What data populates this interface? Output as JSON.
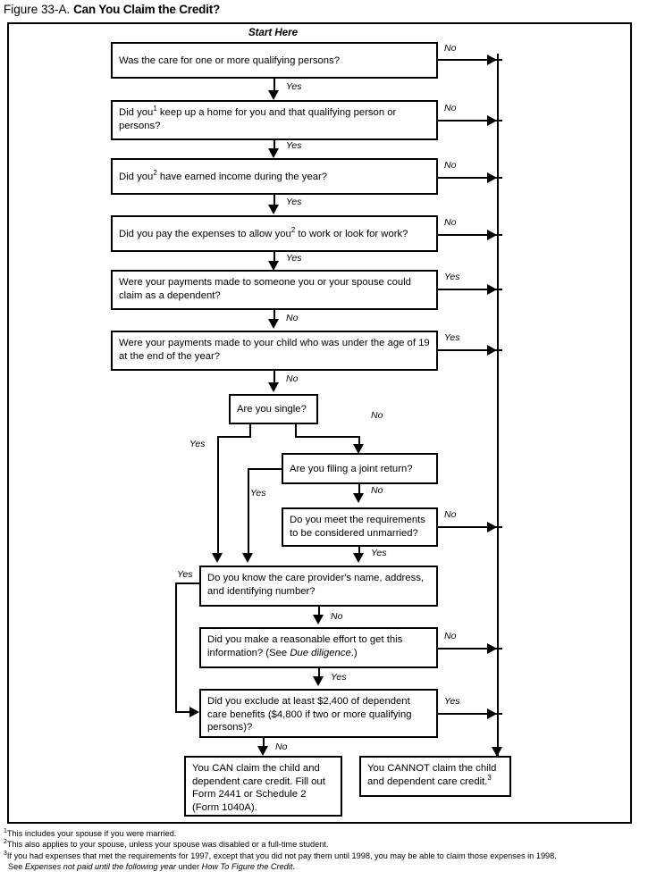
{
  "title": {
    "label": "Figure 33-A.",
    "name": "Can You Claim the Credit?"
  },
  "start_label": "Start Here",
  "nodes": {
    "q1": {
      "text": "Was the care for one or more qualifying persons?"
    },
    "q2": {
      "text_a": "Did you",
      "sup": "1",
      "text_b": " keep up a home for you and that qualifying person or persons?"
    },
    "q3": {
      "text_a": "Did you",
      "sup": "2",
      "text_b": " have earned income during the year?"
    },
    "q4": {
      "text_a": "Did you pay the expenses to allow you",
      "sup": "2",
      "text_b": " to work or look for work?"
    },
    "q5": {
      "text": "Were your payments made to someone you or your spouse could claim as a dependent?"
    },
    "q6": {
      "text": "Were your payments made to your child who was under the age of 19 at the end of the year?"
    },
    "q7": {
      "text": "Are you single?"
    },
    "q8": {
      "text": "Are you filing a joint return?"
    },
    "q9": {
      "text": "Do you meet the requirements to be considered unmarried?"
    },
    "q10": {
      "text": "Do you know the care provider's name, address, and identifying number?"
    },
    "q11": {
      "text_a": "Did you make a reasonable effort to get this information? (See ",
      "em": "Due diligence",
      "text_b": ".)"
    },
    "q12": {
      "text": "Did you exclude at least $2,400 of dependent care benefits ($4,800 if two or more qualifying persons)?"
    },
    "can": {
      "text": "You CAN claim the child and dependent care credit. Fill out Form 2441 or Schedule 2 (Form 1040A)."
    },
    "cannot": {
      "text_a": "You CANNOT claim the child and dependent care credit.",
      "sup": "3"
    }
  },
  "edge_labels": {
    "yes": "Yes",
    "no": "No"
  },
  "footnotes": [
    {
      "marker": "1",
      "text": "This includes your spouse if you were married."
    },
    {
      "marker": "2",
      "text": "This also applies to your spouse, unless your spouse was disabled or a full-time student."
    },
    {
      "marker": "3",
      "text": "If you had expenses that met the requirements for 1997, except that you did not pay them until 1998, you may be able to claim those expenses in 1998."
    }
  ],
  "footnote3_cont": {
    "lead": "See ",
    "em1": "Expenses not paid until the following year",
    "mid": " under ",
    "em2": "How To Figure the Credit",
    "tail": "."
  }
}
